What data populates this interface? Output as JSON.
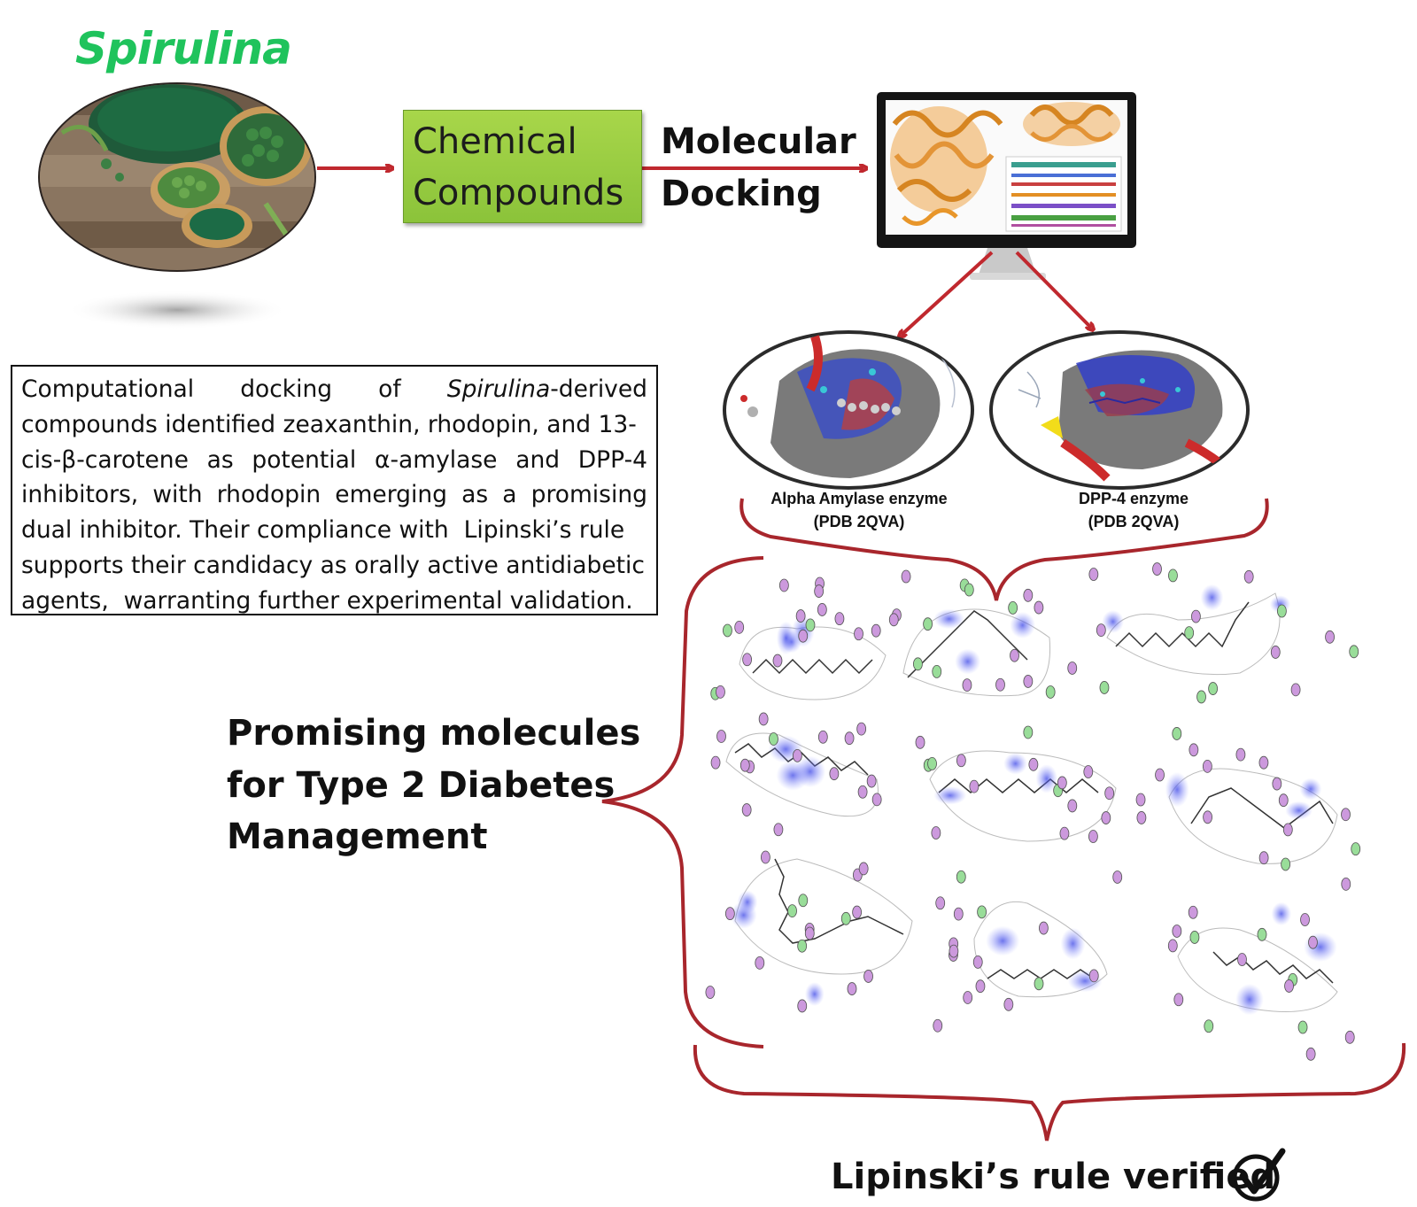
{
  "title": "Spirulina",
  "flow": {
    "chemical_line1": "Chemical",
    "chemical_line2": "Compounds",
    "docking_line1": "Molecular",
    "docking_line2": "Docking"
  },
  "summary": {
    "line1_a": "Computational",
    "line1_b": "docking",
    "line1_c": "of",
    "line1_d": "Spirulina",
    "line1_e": "-derived",
    "line2": "compounds identified zeaxanthin, rhodopin, and 13-",
    "line3_a": "cis-β-carotene",
    "line3_b": "as",
    "line3_c": "potential",
    "line3_d": "α-amylase",
    "line3_e": "and",
    "line3_f": "DPP-4",
    "line4_a": "inhibitors,",
    "line4_b": "with",
    "line4_c": "rhodopin",
    "line4_d": "emerging",
    "line4_e": "as",
    "line4_f": "a",
    "line4_g": "promising",
    "line5": "dual inhibitor. Their compliance with  Lipinski’s rule",
    "line6": "supports their candidacy as orally active antidiabetic",
    "line7": "agents,  warranting further experimental validation."
  },
  "enzymes": {
    "left_name": "Alpha Amylase enzyme",
    "left_pdb": "(PDB 2QVA)",
    "right_name": "DPP-4 enzyme",
    "right_pdb": "(PDB 2QVA)"
  },
  "promising": {
    "line1": "Promising molecules",
    "line2": "for Type 2 Diabetes",
    "line3": "Management"
  },
  "lipinski": "Lipinski’s rule verified",
  "colors": {
    "arrow": "#c0282e",
    "title_green": "#1fc35c",
    "box_green": "#9bcd44",
    "protein_orange": "#e8962a",
    "residue_purple": "#cc99dd",
    "residue_green": "#99dd99",
    "highlight_blue": "#5a64e8"
  },
  "icons": [
    "spirulina-photo",
    "monitor-icon",
    "protein-structure",
    "checkmark-icon"
  ]
}
